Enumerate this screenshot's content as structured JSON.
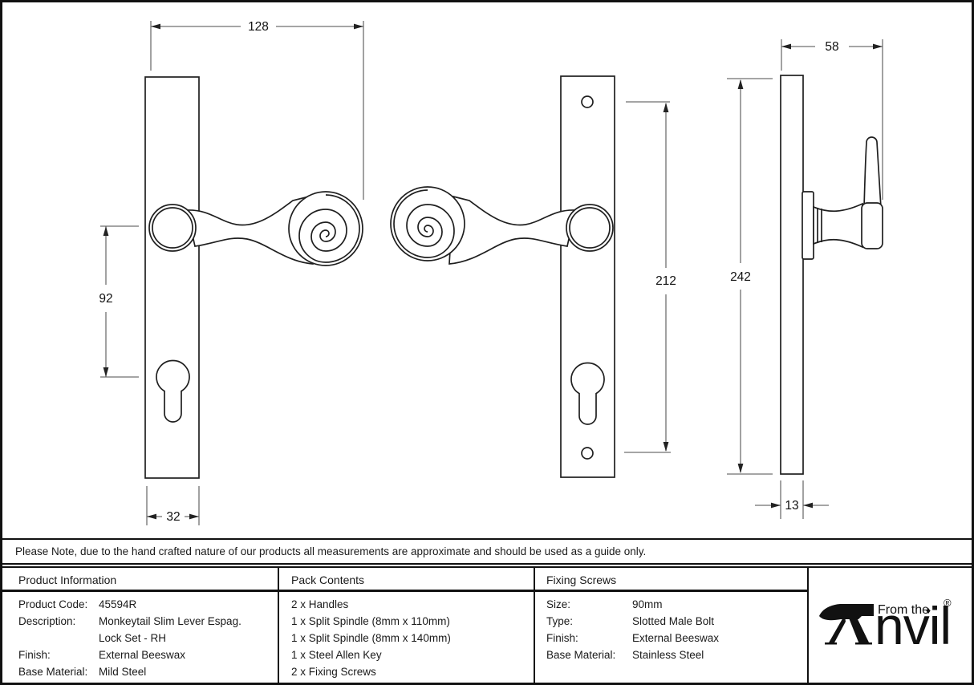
{
  "note": "Please Note, due to the hand crafted nature of our products all measurements are approximate and should be used as a guide only.",
  "drawing": {
    "front_left_view": {
      "overall_width": "128",
      "lever_to_cylinder": "92",
      "plate_width": "32"
    },
    "front_right_view": {
      "screw_centres": "212"
    },
    "side_view": {
      "plate_height": "242",
      "projection": "58",
      "plate_thickness": "13"
    }
  },
  "table": {
    "product_information": {
      "header": "Product Information",
      "rows": [
        {
          "label": "Product Code:",
          "value": "45594R"
        },
        {
          "label": "Description:",
          "value": "Monkeytail Slim Lever Espag."
        },
        {
          "label": "",
          "value": "Lock Set - RH"
        },
        {
          "label": "Finish:",
          "value": "External Beeswax"
        },
        {
          "label": "Base Material:",
          "value": "Mild Steel"
        }
      ]
    },
    "pack_contents": {
      "header": "Pack Contents",
      "items": [
        "2 x Handles",
        "1 x Split Spindle (8mm x 110mm)",
        "1 x Split Spindle (8mm x 140mm)",
        "1 x Steel Allen Key",
        "2 x Fixing Screws"
      ]
    },
    "fixing_screws": {
      "header": "Fixing Screws",
      "rows": [
        {
          "label": "Size:",
          "value": "90mm"
        },
        {
          "label": "Type:",
          "value": "Slotted Male Bolt"
        },
        {
          "label": "Finish:",
          "value": "External Beeswax"
        },
        {
          "label": "Base Material:",
          "value": "Stainless Steel"
        }
      ]
    }
  },
  "logo": {
    "brand": "Anvil",
    "brand_suffix": "nvil",
    "tagline": "From the",
    "diamond": "♦",
    "registered": "®"
  },
  "colors": {
    "line": "#1f1f1f",
    "dim_line": "#6f6f6f",
    "text": "#111111",
    "background": "#ffffff"
  }
}
